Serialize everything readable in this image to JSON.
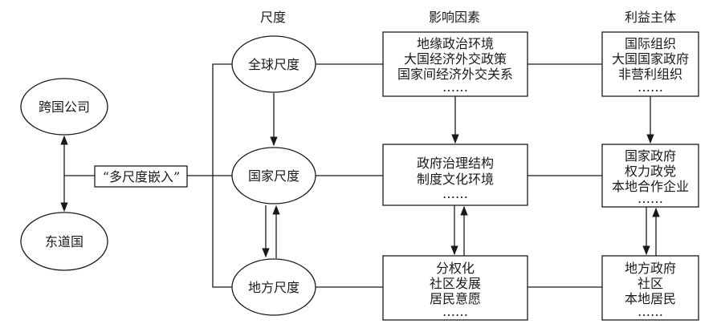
{
  "headers": {
    "scale": "尺度",
    "factors": "影响因素",
    "stakeholders": "利益主体"
  },
  "left": {
    "multinational": "跨国公司",
    "host_country": "东道国",
    "embedding": "“多尺度嵌入”"
  },
  "scales": {
    "global": "全球尺度",
    "national": "国家尺度",
    "local": "地方尺度"
  },
  "factors": {
    "global": [
      "地缘政治环境",
      "大国经济外交政策",
      "国家间经济外交关系",
      "……"
    ],
    "national": [
      "政府治理结构",
      "制度文化环境",
      "……"
    ],
    "local": [
      "分权化",
      "社区发展",
      "居民意愿",
      "……"
    ]
  },
  "stakeholders": {
    "global": [
      "国际组织",
      "大国国家政府",
      "非营利组织",
      "……"
    ],
    "national": [
      "国家政府",
      "权力政党",
      "本地合作企业",
      "……"
    ],
    "local": [
      "地方政府",
      "社区",
      "本地居民",
      "……"
    ]
  }
}
